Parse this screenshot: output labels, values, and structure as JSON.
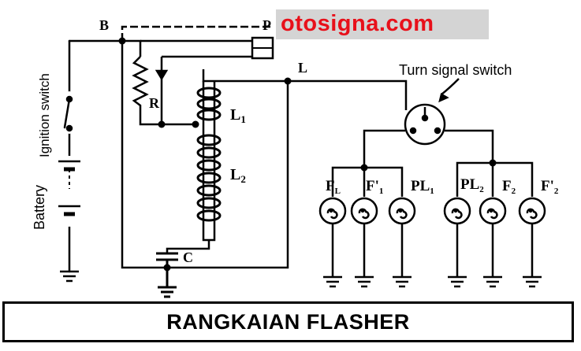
{
  "watermark": {
    "text": "otosigna.com",
    "color": "#e8101a",
    "box_color": "#d4d4d4"
  },
  "title": "RANGKAIAN FLASHER",
  "labels": {
    "b": "B",
    "p": "P",
    "l": "L",
    "r": "R",
    "l1": "L",
    "l1_sub": "1",
    "l2": "L",
    "l2_sub": "2",
    "c": "C",
    "ignition_switch": "Ignition switch",
    "battery": "Battery",
    "turn_signal_switch": "Turn signal switch",
    "f1": "F",
    "f1_sub": "L",
    "f1p": "F'",
    "f1p_sub": "1",
    "pl1": "PL",
    "pl1_sub": "1",
    "pl2": "PL",
    "pl2_sub": "2",
    "f2": "F",
    "f2_sub": "2",
    "f2p": "F'",
    "f2p_sub": "2"
  }
}
